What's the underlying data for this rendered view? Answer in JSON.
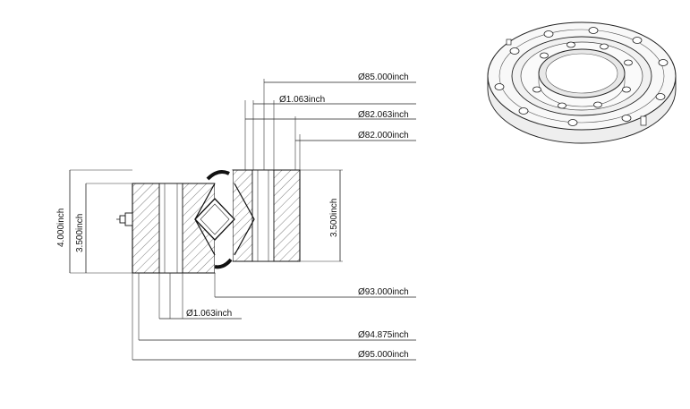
{
  "dimensions": {
    "d85": "Ø85.000inch",
    "d1063_top": "Ø1.063inch",
    "d82063": "Ø82.063inch",
    "d82000": "Ø82.000inch",
    "d93000": "Ø93.000inch",
    "d1063_bottom": "Ø1.063inch",
    "d94875": "Ø94.875inch",
    "d95000": "Ø95.000inch",
    "height_total": "4.000inch",
    "height_outer": "3.500inch",
    "height_inner": "3.500inch"
  },
  "colors": {
    "line": "#222222",
    "hatch": "#444444",
    "seal": "#111111",
    "ring_fill": "#f4f4f4"
  },
  "icons": {
    "bearing_3d_view": "slewing-ring-iso-icon"
  }
}
